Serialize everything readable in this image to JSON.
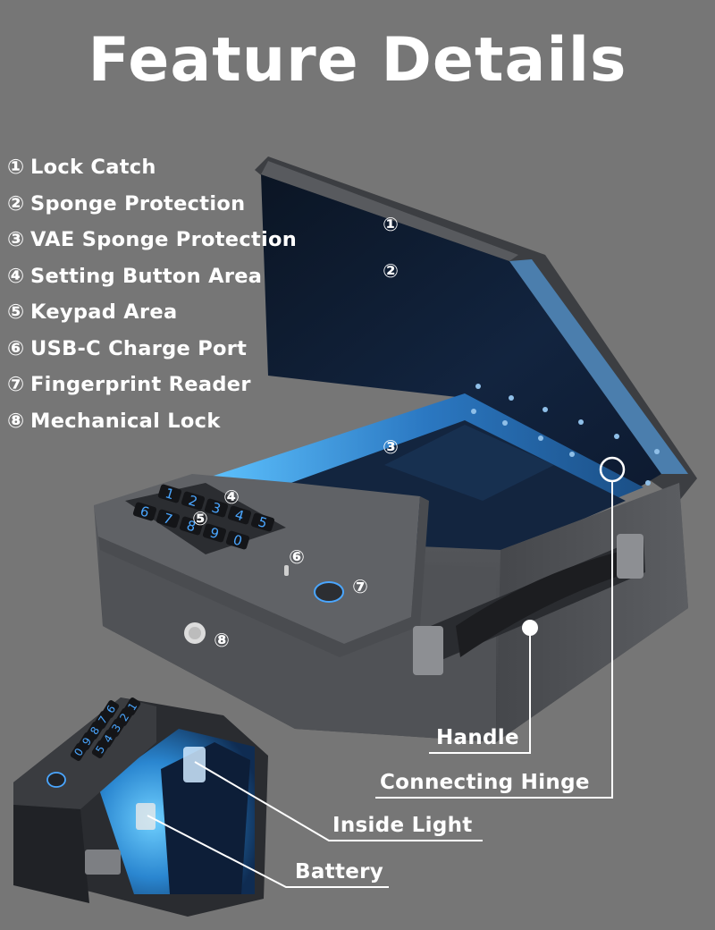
{
  "title": "Feature Details",
  "features": [
    {
      "num": "①",
      "label": "Lock Catch"
    },
    {
      "num": "②",
      "label": "Sponge Protection"
    },
    {
      "num": "③",
      "label": "VAE Sponge Protection"
    },
    {
      "num": "④",
      "label": "Setting Button Area"
    },
    {
      "num": "⑤",
      "label": "Keypad Area"
    },
    {
      "num": "⑥",
      "label": "USB-C Charge Port"
    },
    {
      "num": "⑦",
      "label": "Fingerprint Reader"
    },
    {
      "num": "⑧",
      "label": "Mechanical Lock"
    }
  ],
  "markers": [
    "①",
    "②",
    "③",
    "④",
    "⑤",
    "⑥",
    "⑦",
    "⑧"
  ],
  "keypad_keys": [
    "1",
    "2",
    "3",
    "4",
    "5",
    "6",
    "7",
    "8",
    "9",
    "0"
  ],
  "callouts": {
    "handle": "Handle",
    "hinge": "Connecting Hinge",
    "light": "Inside Light",
    "battery": "Battery"
  },
  "colors": {
    "background": "#767676",
    "text": "#ffffff",
    "safe_body": "#4a4c50",
    "interior_glow": "#2f8fd4",
    "key_glow": "#4aa6ff"
  }
}
